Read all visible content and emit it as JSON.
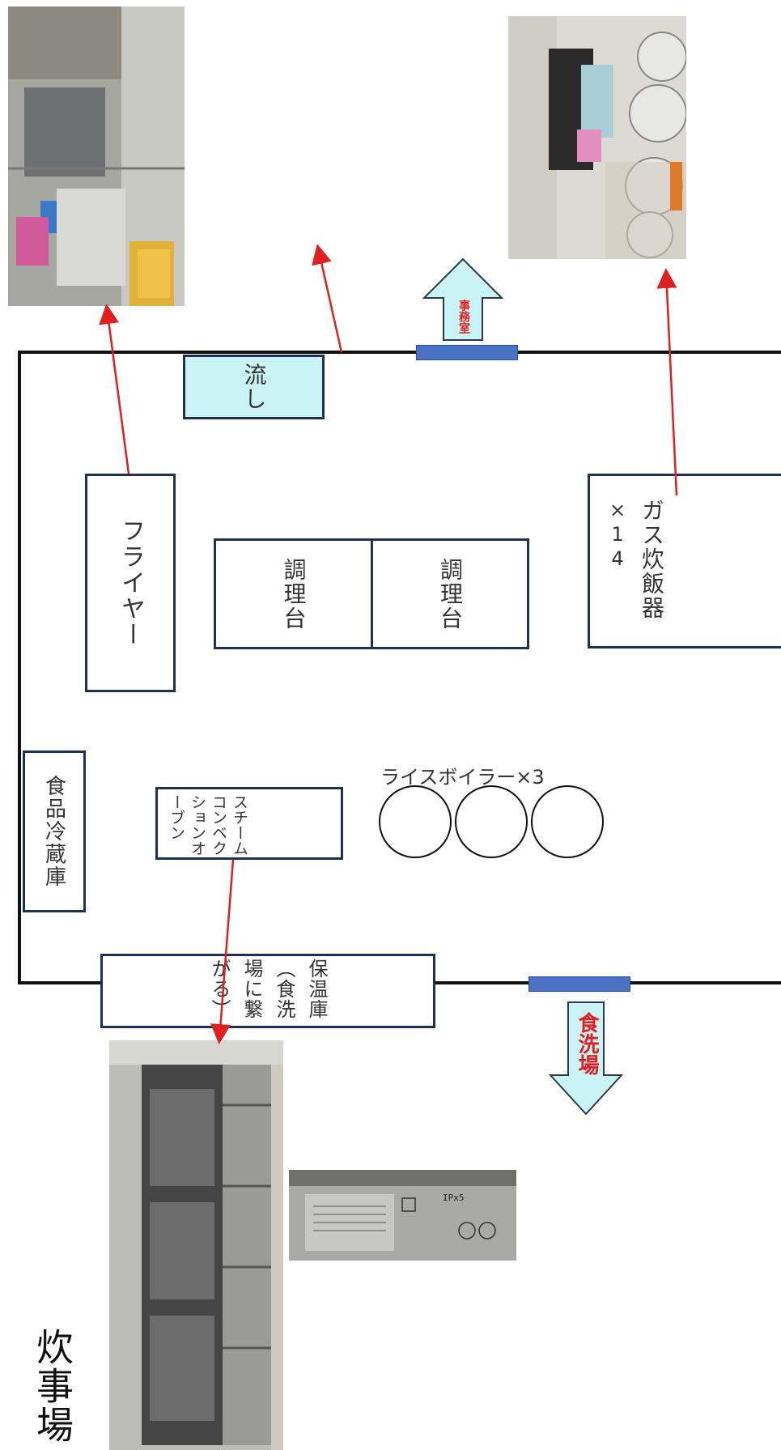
{
  "title": "炊事場",
  "rooms": {
    "sink": "流し",
    "fryer": "フライヤー",
    "prep_table_1": "調理台",
    "prep_table_2": "調理台",
    "gas_rice_cooker": "ガス炊飯器",
    "gas_rice_cooker_count": "×14",
    "steam_oven": "スチームコンベクションオーブン",
    "food_fridge": "食品冷蔵庫",
    "warmer": "保温庫（食洗場に繋がる）",
    "rice_boiler": "ライスボイラー×3"
  },
  "exits": {
    "office": "事務室",
    "dishwashing": "食洗場"
  },
  "photo_label_text": "IPx5",
  "colors": {
    "box_border": "#1f2f56",
    "sink_fill": "#c9f3f5",
    "door": "#4a72c4",
    "arrow_fill": "#c9f3f5",
    "arrow_text": "#e02020",
    "pointer_line": "#e02020"
  }
}
